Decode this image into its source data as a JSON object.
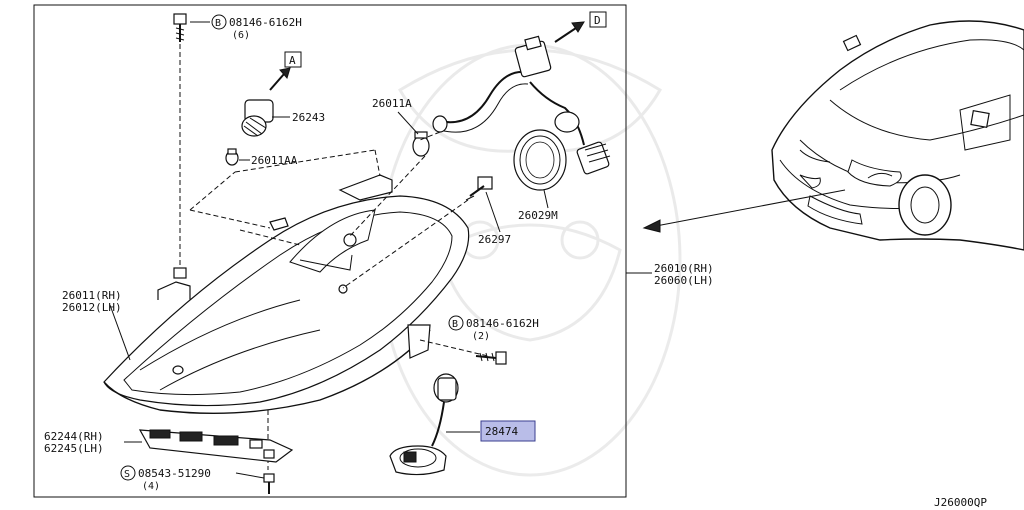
{
  "diagram": {
    "code": "J26000QP",
    "callouts": {
      "ref_a": "A",
      "ref_d": "D"
    },
    "bolt_top": {
      "marker": "B",
      "part_no": "08146-6162H",
      "qty": "(6)"
    },
    "bolt_mid": {
      "marker": "B",
      "part_no": "08146-6162H",
      "qty": "(2)"
    },
    "screw_bottom": {
      "marker": "S",
      "part_no": "08543-51290",
      "qty": "(4)"
    },
    "parts": {
      "socket": "26243",
      "bulb_small": "26011AA",
      "bulb_side": "26011A",
      "cap": "26029M",
      "bulb_h": "26297",
      "housing_rh": "26011(RH)",
      "housing_lh": "26012(LH)",
      "assembly_rh": "26010(RH)",
      "assembly_lh": "26060(LH)",
      "bracket_rh": "62244(RH)",
      "bracket_lh": "62245(LH)",
      "ballast": "28474"
    },
    "colors": {
      "highlight_fill": "#b9bde8",
      "highlight_stroke": "#3a3f8f",
      "line": "#111111"
    }
  }
}
